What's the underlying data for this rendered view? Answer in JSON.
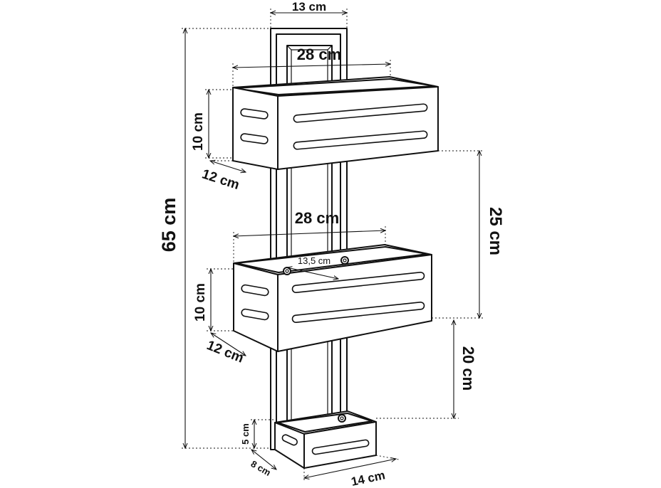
{
  "dimensions": {
    "top_width": "13 cm",
    "upper_shelf_width": "28 cm",
    "upper_shelf_height": "10 cm",
    "upper_shelf_depth": "12 cm",
    "total_height": "65 cm",
    "shelf_spacing": "25 cm",
    "middle_shelf_width": "28 cm",
    "screw_spacing": "13,5 cm",
    "middle_shelf_height": "10 cm",
    "middle_shelf_depth": "12 cm",
    "bottom_spacing": "20 cm",
    "bottom_tray_height": "5 cm",
    "bottom_tray_depth": "8 cm",
    "bottom_tray_width": "14 cm"
  }
}
